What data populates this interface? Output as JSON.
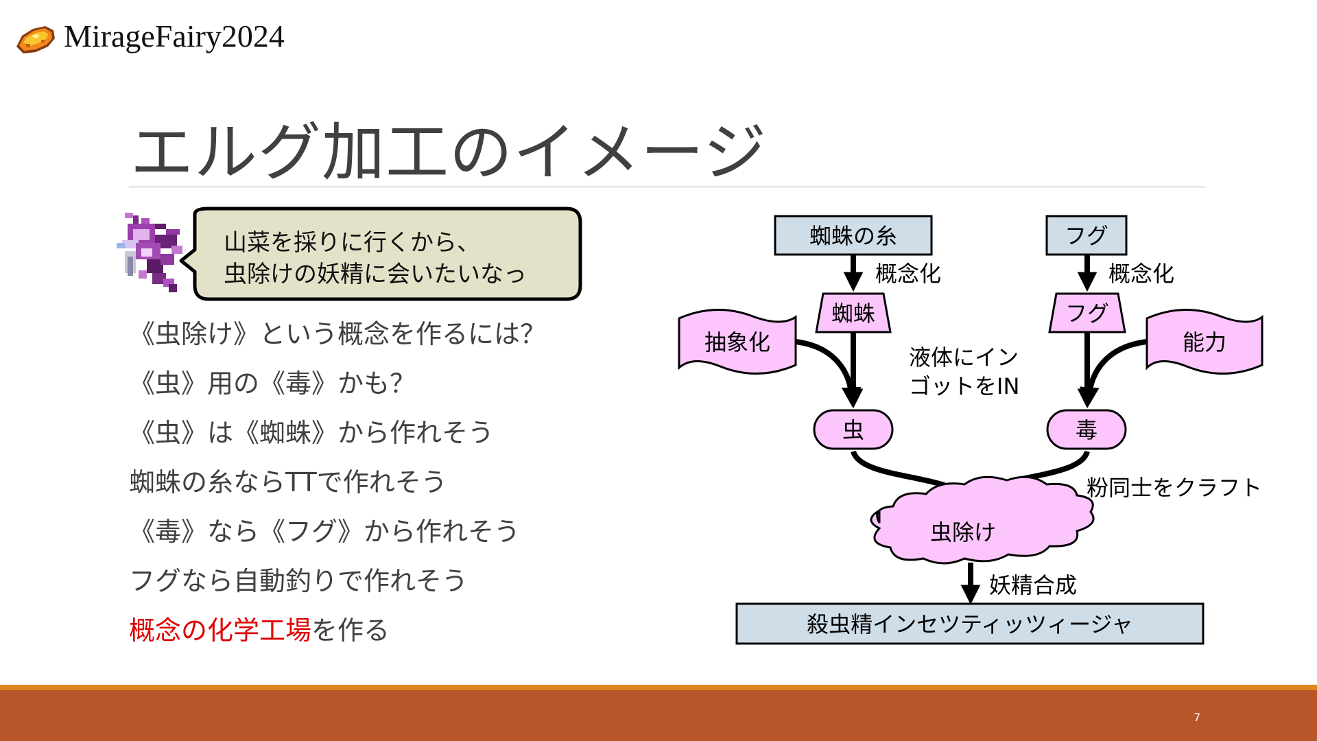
{
  "header": {
    "brand_name": "MirageFairy2024",
    "slide_title": "エルグ加工のイメージ"
  },
  "speech_bubble": {
    "line1": "山菜を採りに行くから、",
    "line2": "虫除けの妖精に会いたいなっ"
  },
  "bullets": {
    "b1": "《虫除け》という概念を作るには？",
    "b2": "《虫》用の《毒》かも？",
    "b3": "《虫》は《蜘蛛》から作れそう",
    "b4": "蜘蛛の糸ならTTで作れそう",
    "b5": "《毒》なら《フグ》から作れそう",
    "b6": "フグなら自動釣りで作れそう",
    "b7_highlight": "概念の化学工場",
    "b7_rest": "を作る"
  },
  "diagram": {
    "spider_silk": "蜘蛛の糸",
    "pufferfish_item": "フグ",
    "conceptualize_left": "概念化",
    "conceptualize_right": "概念化",
    "spider": "蜘蛛",
    "pufferfish": "フグ",
    "abstraction": "抽象化",
    "ability": "能力",
    "liquid_ingot_line1": "液体にイン",
    "liquid_ingot_line2": "ゴットをIN",
    "insect": "虫",
    "poison": "毒",
    "craft_powders": "粉同士をクラフト",
    "repellent": "虫除け",
    "fairy_synthesis": "妖精合成",
    "result": "殺虫精インセツティッツィージャ"
  },
  "footer": {
    "page_number": "7"
  },
  "colors": {
    "title_text": "#404040",
    "highlight": "#e00000",
    "box_blue": "#cfdde8",
    "node_pink": "#fcc6fc",
    "bubble_fill": "#e3e2c9",
    "footer_bar": "#b9552b",
    "footer_line": "#de861d"
  },
  "icons": {
    "brand_logo": "gold-nugget-icon",
    "speaker": "fairy-sprite-icon"
  }
}
